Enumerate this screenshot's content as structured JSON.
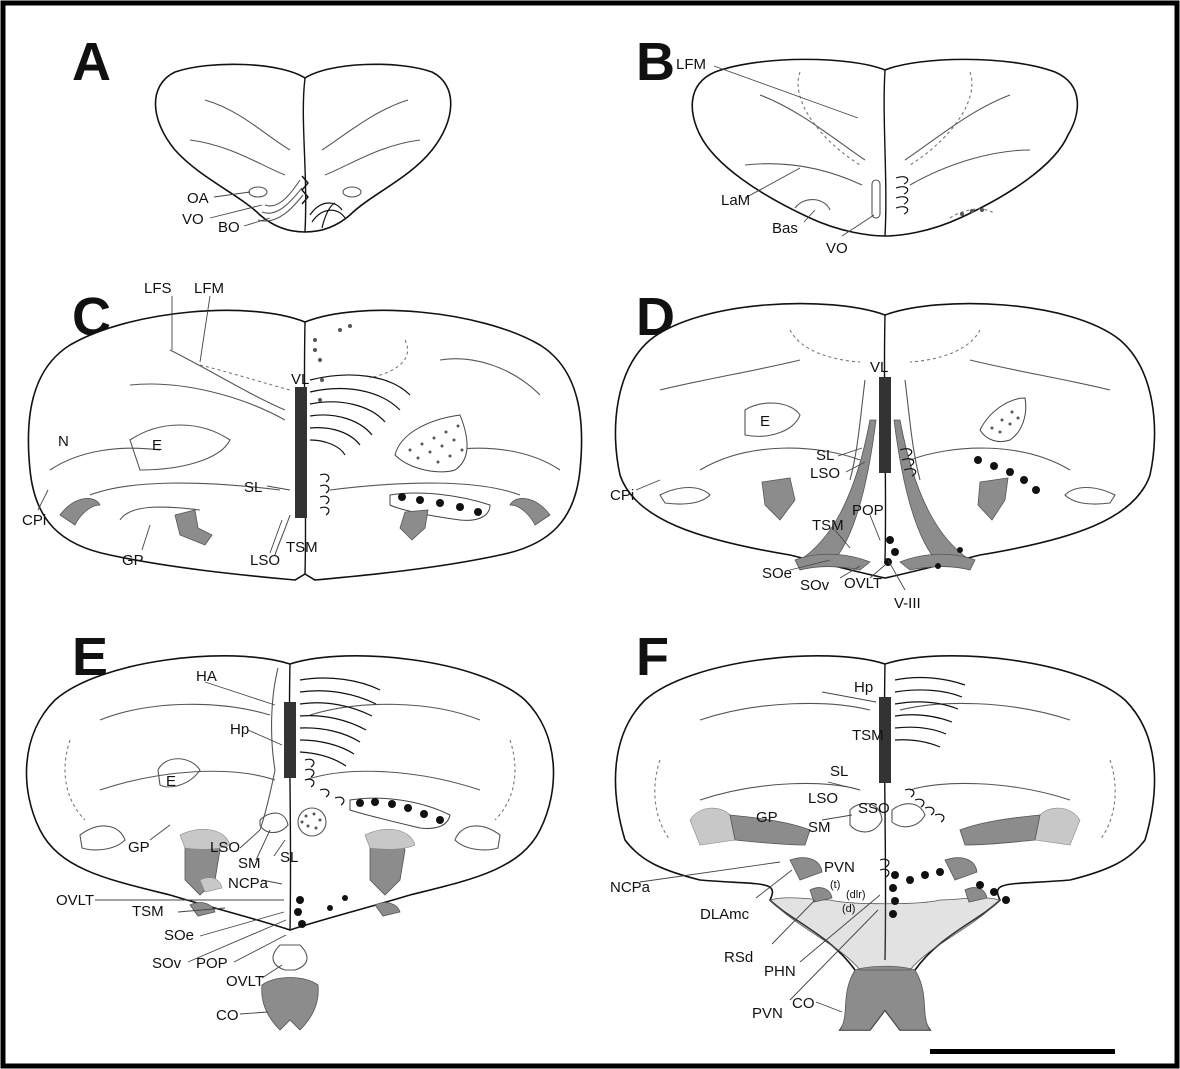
{
  "panels": [
    {
      "letter": "A",
      "labels": {
        "OA": "OA",
        "VO": "VO",
        "BO": "BO"
      }
    },
    {
      "letter": "B",
      "labels": {
        "LFM": "LFM",
        "LaM": "LaM",
        "Bas": "Bas",
        "VO": "VO"
      }
    },
    {
      "letter": "C",
      "labels": {
        "LFS": "LFS",
        "LFM": "LFM",
        "VL": "VL",
        "N": "N",
        "E": "E",
        "SL": "SL",
        "CPi": "CPi",
        "GP": "GP",
        "LSO": "LSO",
        "TSM": "TSM"
      }
    },
    {
      "letter": "D",
      "labels": {
        "VL": "VL",
        "E": "E",
        "SL": "SL",
        "LSO": "LSO",
        "CPi": "CPi",
        "POP": "POP",
        "TSM": "TSM",
        "SOe": "SOe",
        "SOv": "SOv",
        "OVLT": "OVLT",
        "VIII": "V-III"
      }
    },
    {
      "letter": "E",
      "labels": {
        "HA": "HA",
        "Hp": "Hp",
        "E": "E",
        "GP": "GP",
        "LSO": "LSO",
        "SM": "SM",
        "SL": "SL",
        "NCPa": "NCPa",
        "OVLT": "OVLT",
        "TSM": "TSM",
        "SOe": "SOe",
        "SOv": "SOv",
        "POP": "POP",
        "OVLT2": "OVLT",
        "CO": "CO"
      }
    },
    {
      "letter": "F",
      "labels": {
        "Hp": "Hp",
        "TSM": "TSM",
        "SL": "SL",
        "LSO": "LSO",
        "GP": "GP",
        "SM": "SM",
        "SSO": "SSO",
        "PVN": "PVN",
        "t": "(t)",
        "dlr": "(dlr)",
        "d": "(d)",
        "NCPa": "NCPa",
        "DLAmc": "DLAmc",
        "RSd": "RSd",
        "PHN": "PHN",
        "PVN2": "PVN",
        "CO": "CO"
      }
    }
  ],
  "colors": {
    "ink": "#111111",
    "shading": "#8c8c8c",
    "light_shading": "#c8c8c8",
    "background": "#ffffff"
  }
}
